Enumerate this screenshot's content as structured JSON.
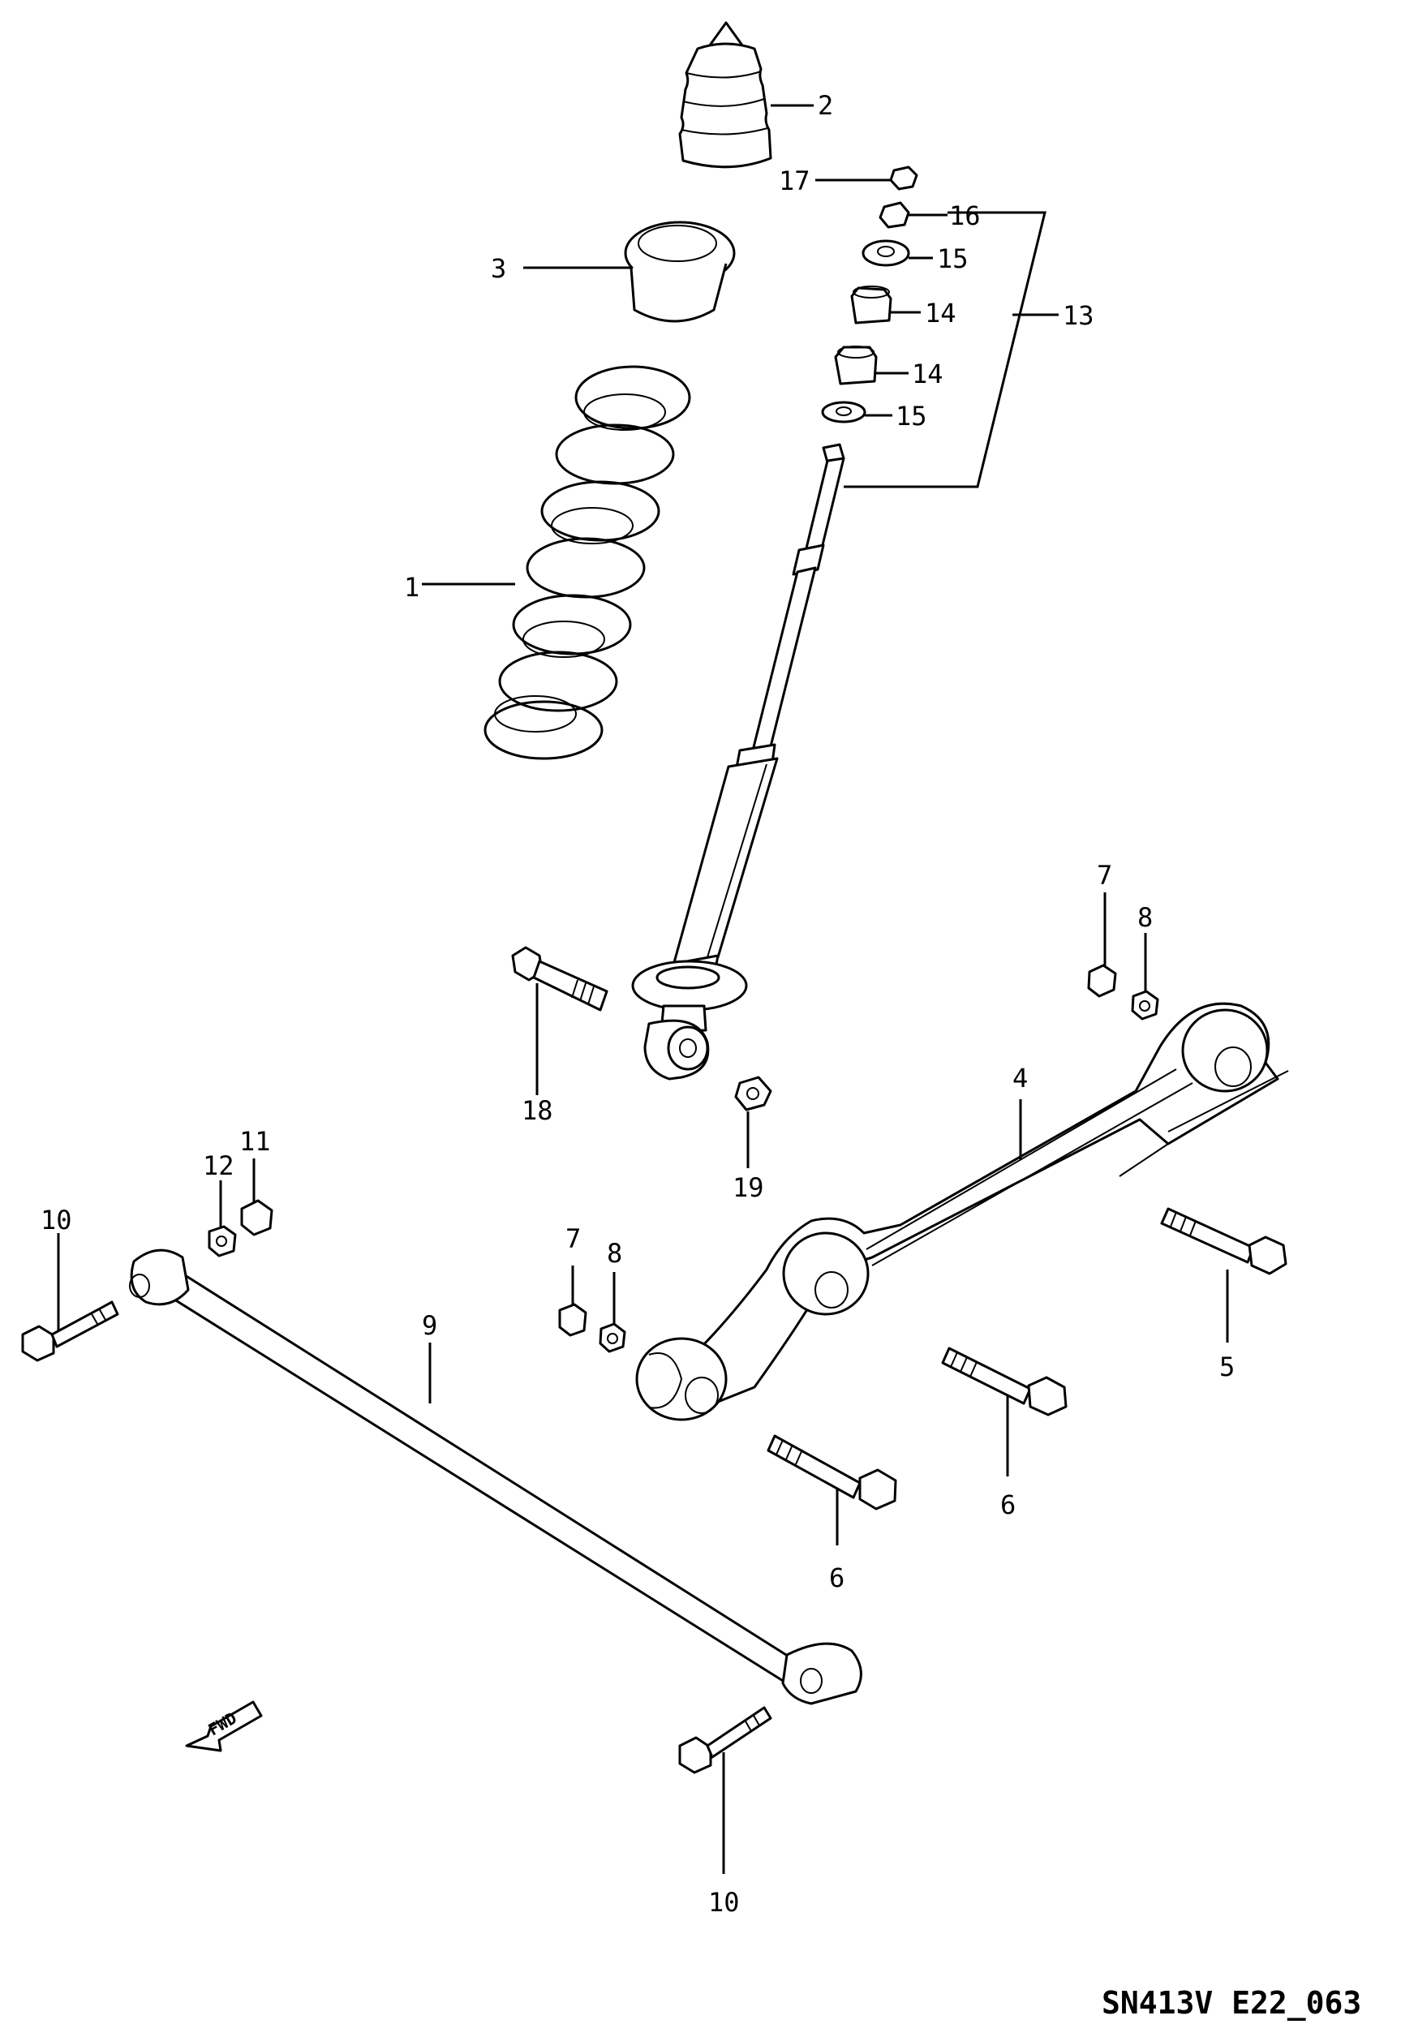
{
  "diagram": {
    "code": "SN413V E22_063",
    "direction_label": "FWD",
    "callouts": {
      "c1": "1",
      "c2": "2",
      "c3": "3",
      "c4": "4",
      "c5": "5",
      "c6a": "6",
      "c6b": "6",
      "c7a": "7",
      "c7b": "7",
      "c8a": "8",
      "c8b": "8",
      "c9": "9",
      "c10a": "10",
      "c10b": "10",
      "c11": "11",
      "c12": "12",
      "c13": "13",
      "c14a": "14",
      "c14b": "14",
      "c15a": "15",
      "c15b": "15",
      "c16": "16",
      "c17": "17",
      "c18": "18",
      "c19": "19"
    }
  }
}
